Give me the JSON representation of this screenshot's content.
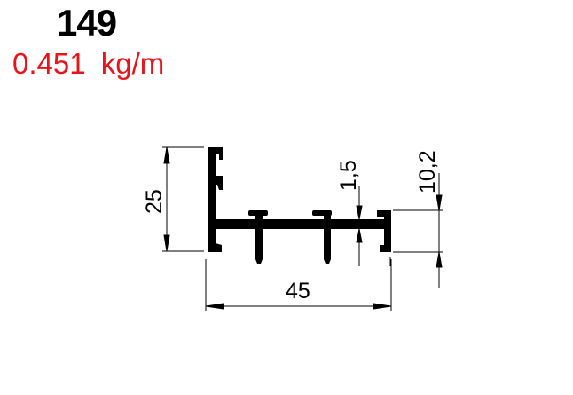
{
  "profile": {
    "code": "149",
    "weight": "0.451 kg/m",
    "weight_color": "#e8141b"
  },
  "dimensions": {
    "height": "25",
    "width": "45",
    "wall_thickness": "1,5",
    "cap_height": "10,2"
  }
}
